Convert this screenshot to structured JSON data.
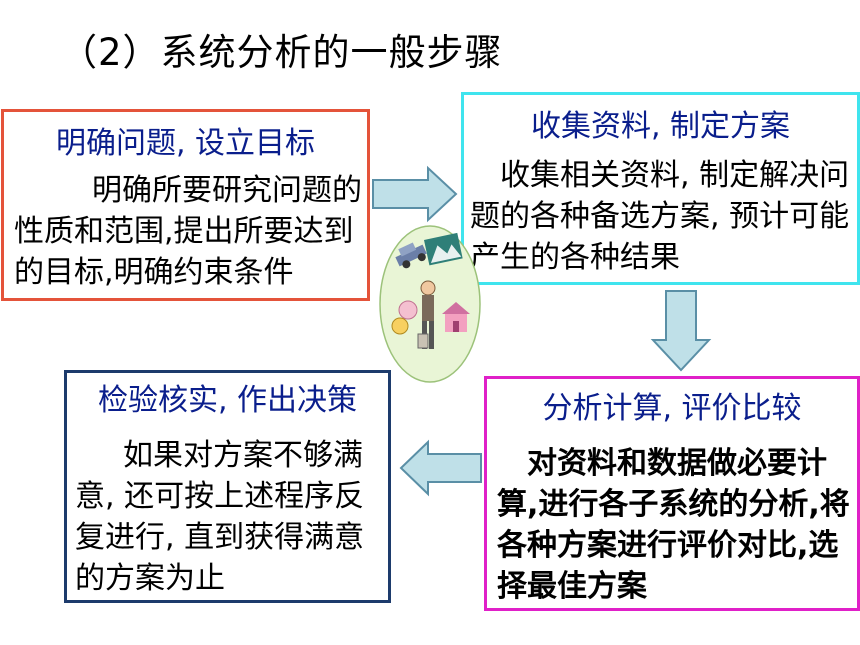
{
  "title": "（2）系统分析的一般步骤",
  "boxes": [
    {
      "heading": "明确问题, 设立目标",
      "text": "明确所要研究问题的性质和范围,提出所要达到的目标,明确约束条件"
    },
    {
      "heading": "收集资料, 制定方案",
      "text": "收集相关资料, 制定解决问题的各种备选方案, 预计可能产生的各种结果"
    },
    {
      "heading": "分析计算, 评价比较",
      "text": "对资料和数据做必要计算,进行各子系统的分析,将各种方案进行评价对比,选择最佳方案"
    },
    {
      "heading": "检验核实, 作出决策",
      "text": "如果对方案不够满意, 还可按上述程序反复进行, 直到获得满意的方案为止"
    }
  ],
  "colors": {
    "heading": "#0a1e8c",
    "box1_border": "#e4533a",
    "box2_border": "#3fe4ee",
    "box3_border": "#e020c8",
    "box4_border": "#1d3b6c",
    "arrow_fill": "#bfe0e8",
    "arrow_stroke": "#5a8fa6"
  },
  "icons": [
    "arrow-right-icon",
    "arrow-down-icon",
    "arrow-left-icon",
    "clipart-collage-icon"
  ]
}
